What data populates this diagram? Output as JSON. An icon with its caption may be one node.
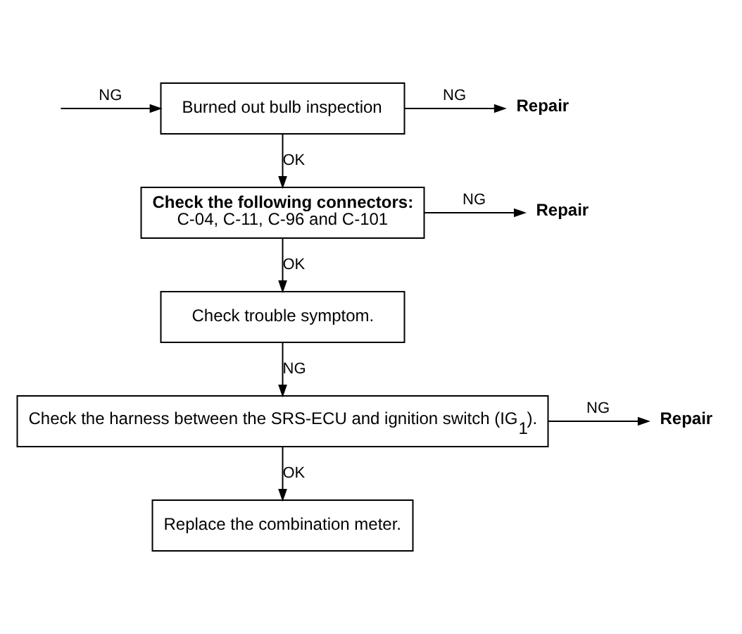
{
  "diagram": {
    "nodes": [
      {
        "text": [
          "Burned out bulb inspection"
        ]
      },
      {
        "text": [
          "Repair"
        ]
      },
      {
        "text": [
          "Check the following connectors:",
          "C-04, C-11, C-96 and C-101"
        ]
      },
      {
        "text": [
          "Repair"
        ]
      },
      {
        "text": [
          "Check trouble symptom."
        ]
      },
      {
        "text": [
          "Check the harness between the SRS-ECU and ignition switch (IG$_{1}$)."
        ]
      },
      {
        "text": [
          "Repair"
        ]
      },
      {
        "text": [
          "Replace the combination meter."
        ]
      }
    ],
    "edges": [
      {
        "from": null,
        "to": 0,
        "arrow": "to",
        "label": "NG"
      },
      {
        "from": 0,
        "to": 1,
        "arrow": "to",
        "label": "NG"
      },
      {
        "from": 0,
        "to": 2,
        "arrow": "to",
        "label": "OK"
      },
      {
        "from": 2,
        "to": 3,
        "arrow": "to",
        "label": "NG"
      },
      {
        "from": 2,
        "to": 4,
        "arrow": "to",
        "label": "OK"
      },
      {
        "from": 4,
        "to": 5,
        "arrow": "to",
        "label": "NG"
      },
      {
        "from": 5,
        "to": 6,
        "arrow": "to",
        "label": "NG"
      },
      {
        "from": 5,
        "to": 7,
        "arrow": "to",
        "label": "OK"
      }
    ]
  }
}
